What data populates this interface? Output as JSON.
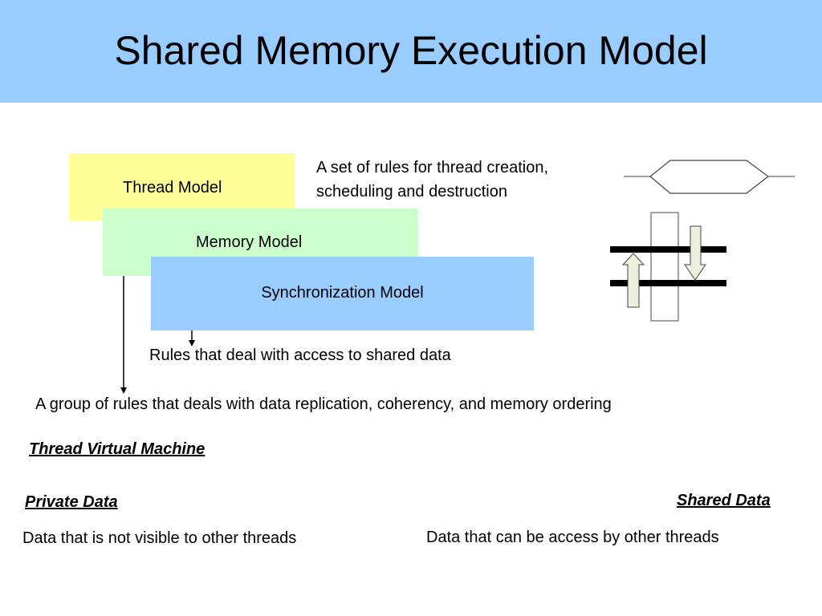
{
  "title": "Shared Memory Execution Model",
  "models": {
    "thread": "Thread Model",
    "memory": "Memory Model",
    "synchronization": "Synchronization Model"
  },
  "descriptions": {
    "thread_rules_line1": "A set of rules for thread creation,",
    "thread_rules_line2": "scheduling and destruction",
    "sync_rules": "Rules that deal with access to shared data",
    "memory_rules": "A group of rules that deals with data replication, coherency, and memory ordering"
  },
  "tvm_heading": "Thread Virtual Machine",
  "private": {
    "heading": "Private Data",
    "text": "Data that is not visible to other threads"
  },
  "shared": {
    "heading": "Shared Data",
    "text": "Data that can be access by other threads"
  },
  "colors": {
    "title_bar": "#99ccff",
    "thread_box": "#ffff99",
    "memory_box": "#ccffcc",
    "sync_box": "#99ccff",
    "arrow_fill": "#eeeedd"
  }
}
